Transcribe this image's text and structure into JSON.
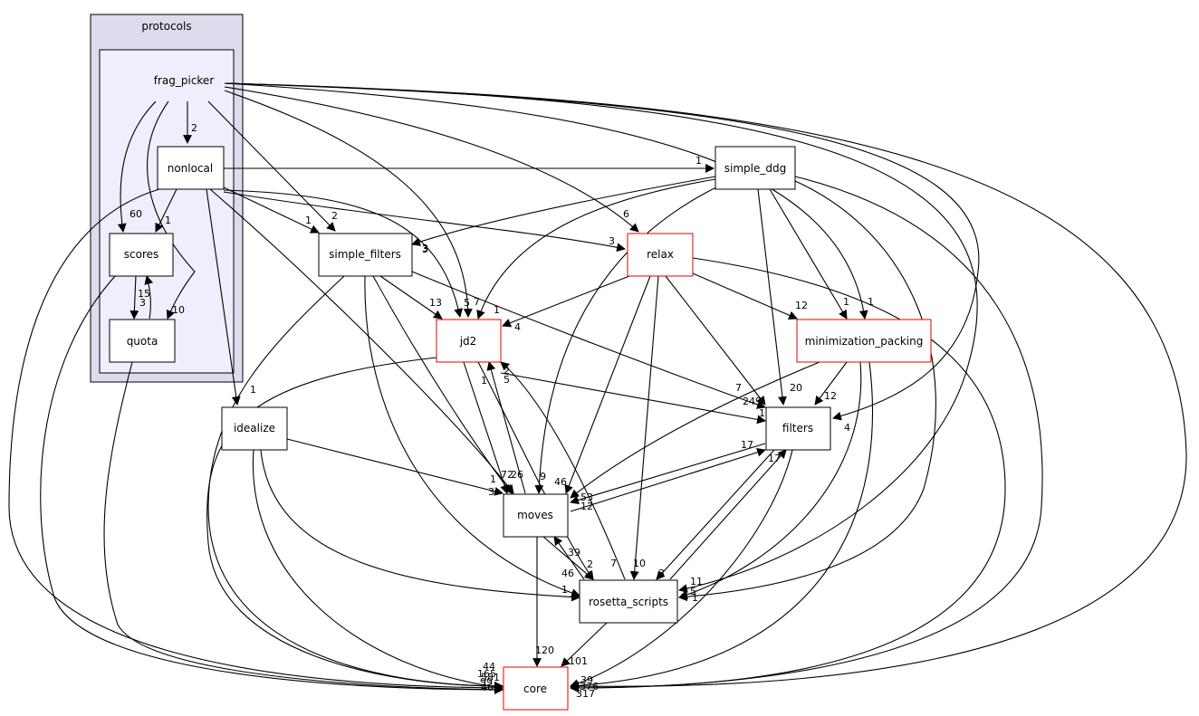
{
  "clusters": {
    "outer_label": "protocols",
    "inner_label": "frag_picker"
  },
  "nodes": {
    "nonlocal": "nonlocal",
    "scores": "scores",
    "quota": "quota",
    "simple_filters": "simple_filters",
    "idealize": "idealize",
    "simple_ddg": "simple_ddg",
    "relax": "relax",
    "jd2": "jd2",
    "minimization_packing": "minimization_packing",
    "filters": "filters",
    "moves": "moves",
    "rosetta_scripts": "rosetta_scripts",
    "core": "core"
  },
  "edge_labels": {
    "fp_nonlocal": "2",
    "fp_scores": "60",
    "fp_quota": "10",
    "fp_simple_filters": "2",
    "fp_jd2": "7",
    "fp_relax": "6",
    "fp_min_packing": "1",
    "fp_filters": "4",
    "nonlocal_simple_ddg": "1",
    "nonlocal_scores": "1",
    "nonlocal_simple_filters": "1",
    "nonlocal_jd2": "3",
    "nonlocal_relax": "3",
    "nonlocal_idealize": "1",
    "nonlocal_moves": "1",
    "scores_quota": "3",
    "quota_scores": "15",
    "simple_ddg_simple_filters": "3",
    "simple_ddg_jd2": "1",
    "simple_ddg_min_packing": "1",
    "simple_ddg_filters": "20",
    "relax_jd2": "4",
    "relax_min_packing": "12",
    "relax_filters": "7",
    "relax_moves": "46",
    "relax_rosetta": "10",
    "simple_filters_jd2": "13",
    "simple_filters_jd2b": "5",
    "simple_filters_moves": "72",
    "simple_filters_filters": "249",
    "jd2_moves": "26",
    "jd2_filters": "1",
    "jd2_moves_b": "1",
    "moves_jd2": "5",
    "rosetta_jd2": "2",
    "min_packing_filters": "12",
    "min_packing_moves": "53",
    "filters_moves": "12",
    "moves_filters": "17",
    "filters_rosetta": "3",
    "rosetta_filters": "17",
    "moves_rosetta": "2",
    "rosetta_moves": "39",
    "jd2_rosetta": "7",
    "idealize_moves": "3",
    "idealize_rosetta": "46",
    "idealize_rosetta_b": "1",
    "moves_core": "120",
    "rosetta_core": "101",
    "simple_ddg_rosetta": "11",
    "min_packing_rosetta": "5",
    "simple_ddg_moves": "9",
    "rosetta_right1": "1",
    "core_left_a": "44",
    "core_left_b": "165",
    "core_left_c": "581",
    "core_left_d": "99",
    "core_left_e": "46",
    "core_right_a": "39",
    "core_right_b": "376",
    "core_right_c": "317"
  }
}
